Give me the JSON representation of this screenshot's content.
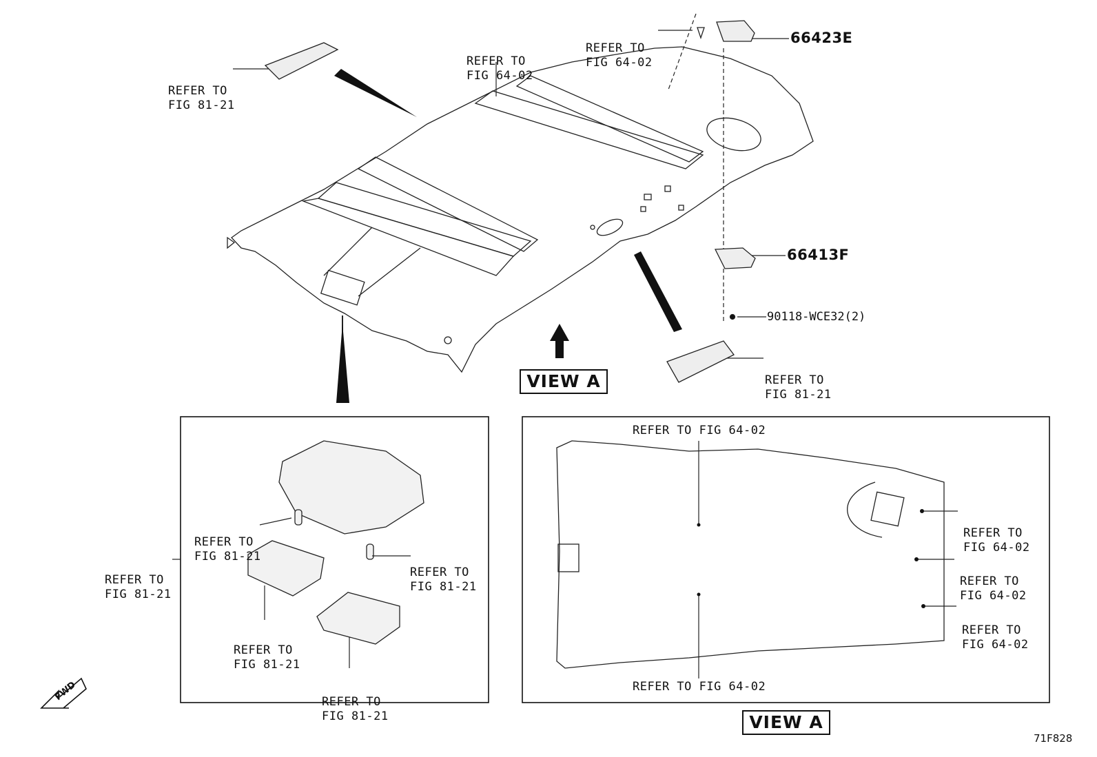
{
  "labels": {
    "ref_81_21": [
      "REFER TO",
      "FIG 81-21"
    ],
    "ref_64_02": [
      "REFER TO",
      "FIG 64-02"
    ],
    "ref_64_02_single": "REFER TO FIG 64-02"
  },
  "parts": {
    "p1": "66423E",
    "p2": "66413F",
    "p3": "90118-WCE32(2)"
  },
  "view_a": "VIEW A",
  "fwd": "FWD",
  "drawing_code": "71F828"
}
